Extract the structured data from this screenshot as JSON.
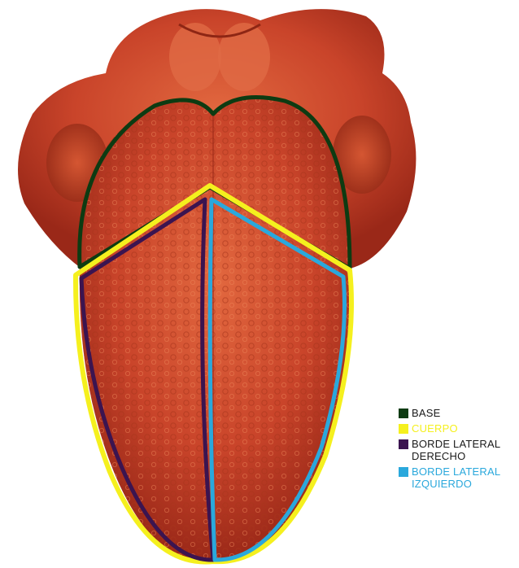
{
  "legend": {
    "items": [
      {
        "label_lines": [
          "BASE"
        ],
        "color": "#0d3b12"
      },
      {
        "label_lines": [
          "CUERPO"
        ],
        "color": "#f5f01e"
      },
      {
        "label_lines": [
          "BORDE LATERAL",
          "DERECHO"
        ],
        "color": "#3b1450"
      },
      {
        "label_lines": [
          "BORDE LATERAL",
          "IZQUIERDO"
        ],
        "color": "#2aa8dc"
      }
    ]
  },
  "illustration": {
    "subject": "tongue-anatomy",
    "tissue_color": "#c9442a"
  }
}
